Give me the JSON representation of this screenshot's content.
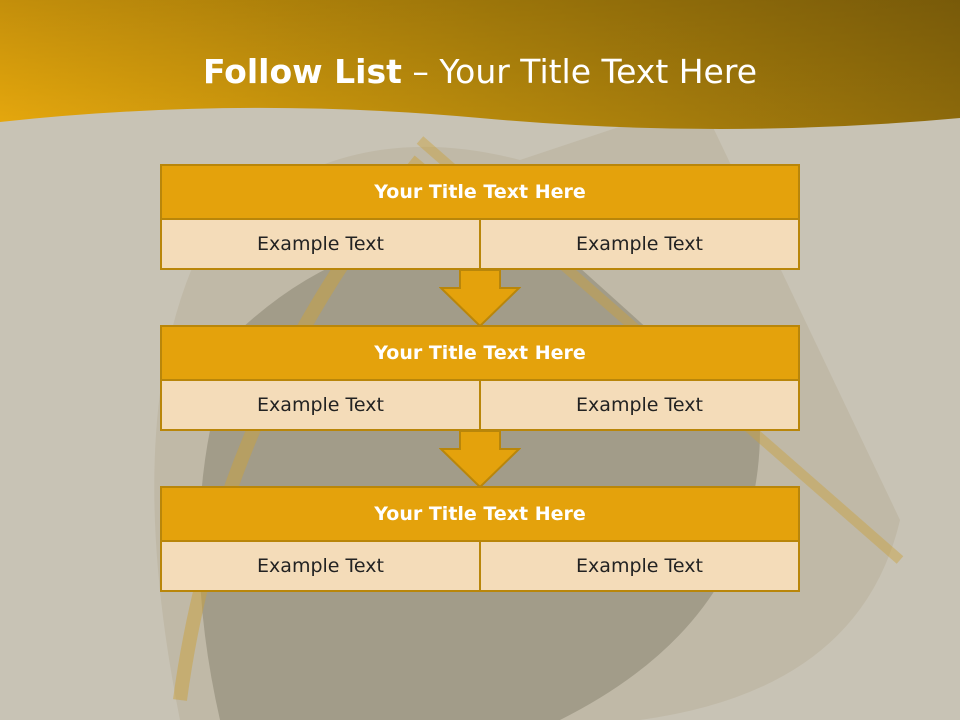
{
  "slide": {
    "title_bold": "Follow List",
    "title_rest": "– Your Title Text Here"
  },
  "steps": [
    {
      "title": "Your Title Text Here",
      "left": "Example Text",
      "right": "Example Text"
    },
    {
      "title": "Your Title Text Here",
      "left": "Example Text",
      "right": "Example Text"
    },
    {
      "title": "Your Title Text Here",
      "left": "Example Text",
      "right": "Example Text"
    }
  ],
  "colors": {
    "header_gold": "#a77b06",
    "box_header": "#e4a20c",
    "box_cell": "#f4dcb9",
    "border": "#b9860a"
  }
}
